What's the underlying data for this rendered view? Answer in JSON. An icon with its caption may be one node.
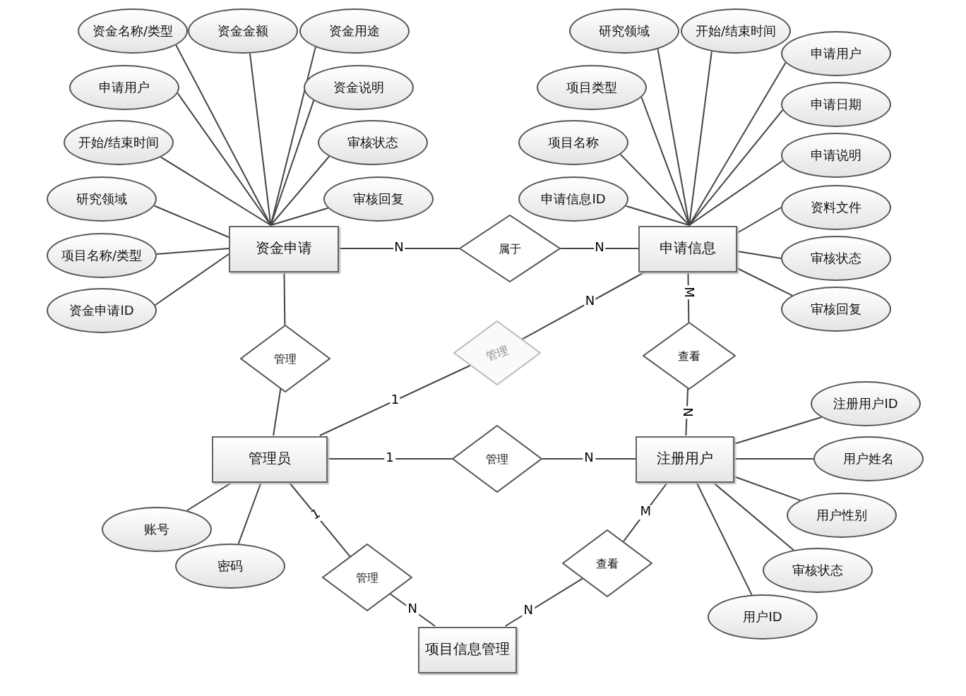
{
  "diagram": {
    "nodes": [
      {
        "text": [
          "资金申请"
        ]
      },
      {
        "text": [
          "属于"
        ]
      },
      {
        "text": [
          "申请信息"
        ]
      },
      {
        "text": [
          "管理"
        ]
      },
      {
        "text": [
          "管理"
        ]
      },
      {
        "text": [
          "查看"
        ]
      },
      {
        "text": [
          "管理员"
        ]
      },
      {
        "text": [
          "管理"
        ]
      },
      {
        "text": [
          "注册用户"
        ]
      },
      {
        "text": [
          "管理"
        ]
      },
      {
        "text": [
          "查看"
        ]
      },
      {
        "text": [
          "项目信息管理"
        ]
      },
      {
        "text": [
          "资金名称/类型"
        ]
      },
      {
        "text": [
          "资金金额"
        ]
      },
      {
        "text": [
          "资金用途"
        ]
      },
      {
        "text": [
          "申请用户"
        ]
      },
      {
        "text": [
          "资金说明"
        ]
      },
      {
        "text": [
          "开始/结束时间"
        ]
      },
      {
        "text": [
          "审核状态"
        ]
      },
      {
        "text": [
          "研究领域"
        ]
      },
      {
        "text": [
          "审核回复"
        ]
      },
      {
        "text": [
          "项目名称/类型"
        ]
      },
      {
        "text": [
          "资金申请ID"
        ]
      },
      {
        "text": [
          "研究领域"
        ]
      },
      {
        "text": [
          "开始/结束时间"
        ]
      },
      {
        "text": [
          "项目类型"
        ]
      },
      {
        "text": [
          "申请用户"
        ]
      },
      {
        "text": [
          "申请日期"
        ]
      },
      {
        "text": [
          "项目名称"
        ]
      },
      {
        "text": [
          "申请说明"
        ]
      },
      {
        "text": [
          "申请信息ID"
        ]
      },
      {
        "text": [
          "资料文件"
        ]
      },
      {
        "text": [
          "审核状态"
        ]
      },
      {
        "text": [
          "审核回复"
        ]
      },
      {
        "text": [
          "注册用户ID"
        ]
      },
      {
        "text": [
          "用户姓名"
        ]
      },
      {
        "text": [
          "用户性别"
        ]
      },
      {
        "text": [
          "审核状态"
        ]
      },
      {
        "text": [
          "用户ID"
        ]
      },
      {
        "text": [
          "账号"
        ]
      },
      {
        "text": [
          "密码"
        ]
      }
    ],
    "edges": [
      {
        "from": 0,
        "to": 1,
        "arrow": "none",
        "label": "N"
      },
      {
        "from": 1,
        "to": 2,
        "arrow": "none",
        "label": "N"
      },
      {
        "from": 0,
        "to": 3,
        "arrow": "none"
      },
      {
        "from": 3,
        "to": 6,
        "arrow": "none"
      },
      {
        "from": 6,
        "to": 4,
        "arrow": "none",
        "label": "1"
      },
      {
        "from": 4,
        "to": 2,
        "arrow": "none",
        "label": "N"
      },
      {
        "from": 2,
        "to": 5,
        "arrow": "none",
        "label": "M"
      },
      {
        "from": 5,
        "to": 8,
        "arrow": "none",
        "label": "N"
      },
      {
        "from": 6,
        "to": 7,
        "arrow": "none",
        "label": "1"
      },
      {
        "from": 7,
        "to": 8,
        "arrow": "none",
        "label": "N"
      },
      {
        "from": 6,
        "to": 9,
        "arrow": "none",
        "label": "1"
      },
      {
        "from": 9,
        "to": 11,
        "arrow": "none",
        "label": "N"
      },
      {
        "from": 8,
        "to": 10,
        "arrow": "none",
        "label": "M"
      },
      {
        "from": 10,
        "to": 11,
        "arrow": "none",
        "label": "N"
      },
      {
        "from": 12,
        "to": 0,
        "arrow": "none"
      },
      {
        "from": 13,
        "to": 0,
        "arrow": "none"
      },
      {
        "from": 14,
        "to": 0,
        "arrow": "none"
      },
      {
        "from": 15,
        "to": 0,
        "arrow": "none"
      },
      {
        "from": 16,
        "to": 0,
        "arrow": "none"
      },
      {
        "from": 17,
        "to": 0,
        "arrow": "none"
      },
      {
        "from": 18,
        "to": 0,
        "arrow": "none"
      },
      {
        "from": 19,
        "to": 0,
        "arrow": "none"
      },
      {
        "from": 20,
        "to": 0,
        "arrow": "none"
      },
      {
        "from": 21,
        "to": 0,
        "arrow": "none"
      },
      {
        "from": 22,
        "to": 0,
        "arrow": "none"
      },
      {
        "from": 23,
        "to": 2,
        "arrow": "none"
      },
      {
        "from": 24,
        "to": 2,
        "arrow": "none"
      },
      {
        "from": 25,
        "to": 2,
        "arrow": "none"
      },
      {
        "from": 26,
        "to": 2,
        "arrow": "none"
      },
      {
        "from": 27,
        "to": 2,
        "arrow": "none"
      },
      {
        "from": 28,
        "to": 2,
        "arrow": "none"
      },
      {
        "from": 29,
        "to": 2,
        "arrow": "none"
      },
      {
        "from": 30,
        "to": 2,
        "arrow": "none"
      },
      {
        "from": 31,
        "to": 2,
        "arrow": "none"
      },
      {
        "from": 32,
        "to": 2,
        "arrow": "none"
      },
      {
        "from": 33,
        "to": 2,
        "arrow": "none"
      },
      {
        "from": 34,
        "to": 8,
        "arrow": "none"
      },
      {
        "from": 35,
        "to": 8,
        "arrow": "none"
      },
      {
        "from": 36,
        "to": 8,
        "arrow": "none"
      },
      {
        "from": 37,
        "to": 8,
        "arrow": "none"
      },
      {
        "from": 38,
        "to": 8,
        "arrow": "none"
      },
      {
        "from": 39,
        "to": 6,
        "arrow": "none"
      },
      {
        "from": 40,
        "to": 6,
        "arrow": "none"
      }
    ]
  }
}
